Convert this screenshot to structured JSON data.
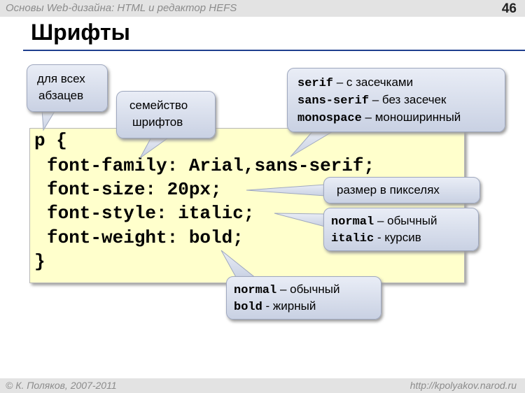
{
  "header": {
    "course": "Основы Web-дизайна: HTML и редактор HEFS",
    "page_number": "46"
  },
  "slide": {
    "title": "Шрифты"
  },
  "code": {
    "lines": [
      "p {",
      "font-family: Arial,sans-serif;",
      "font-size: 20px;",
      "font-style: italic;",
      "font-weight: bold;",
      "}"
    ]
  },
  "callouts": {
    "all_paragraphs": {
      "line1": "для всех",
      "line2": "абзацев"
    },
    "font_family": {
      "line1": "семейство",
      "line2": "шрифтов"
    },
    "generic_families": [
      {
        "keyword": "serif",
        "desc": " – с засечками"
      },
      {
        "keyword": "sans-serif",
        "desc": " – без засечек"
      },
      {
        "keyword": "monospace",
        "desc": " – моноширинный"
      }
    ],
    "size": {
      "text": "размер в пикселях"
    },
    "style": [
      {
        "keyword": "normal",
        "desc": " – обычный"
      },
      {
        "keyword": "italic",
        "desc": " - курсив"
      }
    ],
    "weight": [
      {
        "keyword": "normal",
        "desc": " – обычный"
      },
      {
        "keyword": "bold",
        "desc": " - жирный"
      }
    ]
  },
  "footer": {
    "author": "© К. Поляков, 2007-2011",
    "url": "http://kpolyakov.narod.ru"
  },
  "colors": {
    "title_rule": "#1f3f8f",
    "code_background": "#ffffcc",
    "callout_fill": "#d7dcec"
  }
}
